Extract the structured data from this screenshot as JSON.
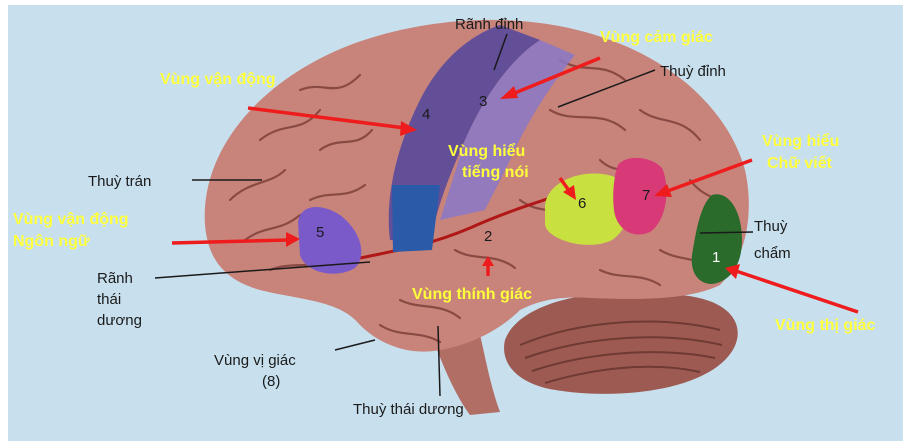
{
  "labels": {
    "ranh_dinh": "Rãnh đỉnh",
    "vung_cam_giac": "Vùng cảm giác",
    "thuy_dinh": "Thuỳ đỉnh",
    "vung_van_dong": "Vùng vận động",
    "vung_hieu_chu_viet_1": "Vùng hiểu",
    "vung_hieu_chu_viet_2": "Chữ viết",
    "vung_hieu_tieng_noi_1": "Vùng hiểu",
    "vung_hieu_tieng_noi_2": "tiếng nói",
    "thuy_tran": "Thuỳ trán",
    "vung_van_dong_ngon_ngu_1": "Vùng vận động",
    "vung_van_dong_ngon_ngu_2": "Ngôn ngữ",
    "thuy_cham_1": "Thuỳ",
    "thuy_cham_2": "chẩm",
    "ranh_thai_duong_1": "Rãnh",
    "ranh_thai_duong_2": "thái",
    "ranh_thai_duong_3": "dương",
    "vung_thinh_giac": "Vùng thính giác",
    "vung_thi_giac": "Vùng thị giác",
    "vung_vi_giac_1": "Vùng vị giác",
    "vung_vi_giac_2": "(8)",
    "thuy_thai_duong": "Thuỳ thái dương"
  },
  "numbers": {
    "n1": "1",
    "n2": "2",
    "n3": "3",
    "n4": "4",
    "n5": "5",
    "n6": "6",
    "n7": "7"
  },
  "colors": {
    "background": "#c8e0ee",
    "brain": "#c8847a",
    "brain_dark": "#9d5a52",
    "sulci": "#8a4a44",
    "motor_area": "#5a4a9a",
    "sensory_area": "#8a78c8",
    "motor_lower": "#2a5aa8",
    "broca_area": "#7a5ac8",
    "wernicke_area": "#c8e040",
    "writing_area": "#d83a78",
    "visual_area": "#2a6a2a",
    "arrow_red": "#ee1c1c",
    "label_yellow": "#ffff3c"
  }
}
